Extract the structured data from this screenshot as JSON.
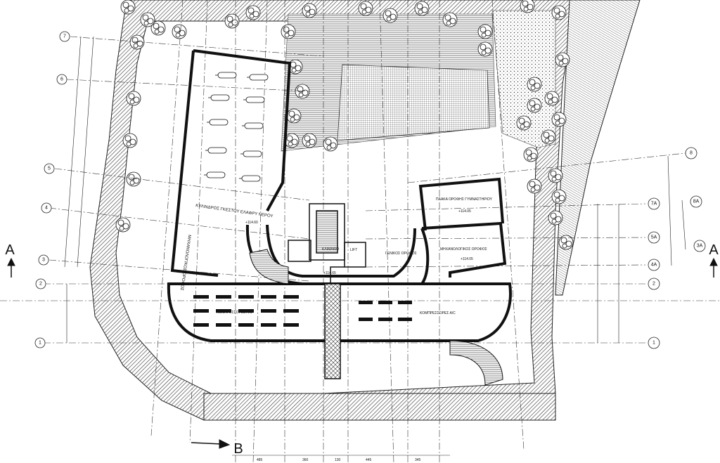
{
  "grid_left": [
    "7",
    "6",
    "5",
    "4",
    "3",
    "2",
    "1"
  ],
  "grid_right": [
    "8",
    "8A",
    "7A",
    "5A",
    "3A",
    "4A",
    "2",
    "1"
  ],
  "section_marks": {
    "a_left": "A",
    "a_right": "A",
    "b": "B"
  },
  "rooms": {
    "cylinder_room": "ΚΥΛΙΝΔΡΟΣ ΓΚΕΣΤΟΥ ΕΛΑΦΡΥ ΝΕΡΟΥ",
    "mech_left": "ΜΗΧΑΝΟΛΟΓΙΚΟΣ ΟΡΟΦΟΣ",
    "stair": "ΚΛΙΜΑΚΙΟ",
    "lift": "LIFT",
    "floor_mid": "ΓΕΝΙΚΟΣ ΟΡΟΦΟΣ",
    "gym_floor": "ΠΛΑΚΑ ΟΡΟΦΗΣ ΓΥΜΝΑΣΤΗΡΙΟΥ",
    "mech_right": "ΜΗΧΑΝΟΛΟΓΙΚΟΣ ΟΡΟΦΟΣ",
    "compressors_left": "ΚΟΜΠΡΕΣΣΟΡΕΣ Α/C",
    "compressors_right": "ΚΟΜΠΡΕΣΣΟΡΕΣ Α/C"
  },
  "levels": {
    "l1": "+114.60",
    "l2": "+114.65",
    "l3": "+114.05",
    "l4": "+114.05"
  },
  "bottom_dims": [
    "485",
    "360",
    "130",
    "445",
    "345"
  ]
}
